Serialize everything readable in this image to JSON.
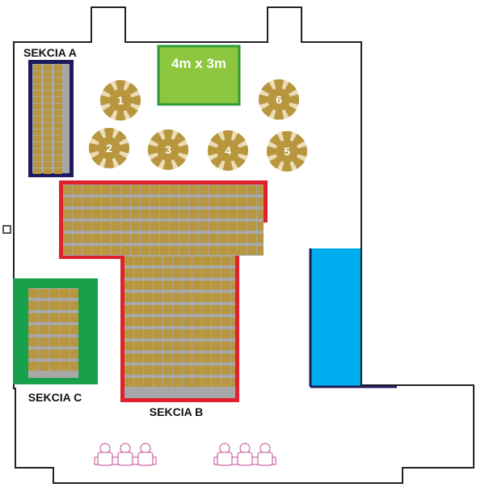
{
  "sections": {
    "a": {
      "label": "SEKCIA A",
      "border_color": "#1e1b5c"
    },
    "b": {
      "label": "SEKCIA B",
      "border_color": "#e0202a"
    },
    "c": {
      "label": "SEKCIA C",
      "border_color": "#18a04a"
    }
  },
  "stage": {
    "label": "4m x 3m",
    "color": "#8dc63f",
    "border_color": "#2e9b3a"
  },
  "tables": [
    "1",
    "2",
    "3",
    "4",
    "5",
    "6"
  ],
  "colors": {
    "seat_gold": "#b8963e",
    "seat_gray": "#a8a8a8",
    "table_rim": "#ecdcb8",
    "pool": "#00aeef",
    "pool_edge": "#1e1b5c",
    "walls": "#222222",
    "desk_chairs": "#c14a8f"
  }
}
